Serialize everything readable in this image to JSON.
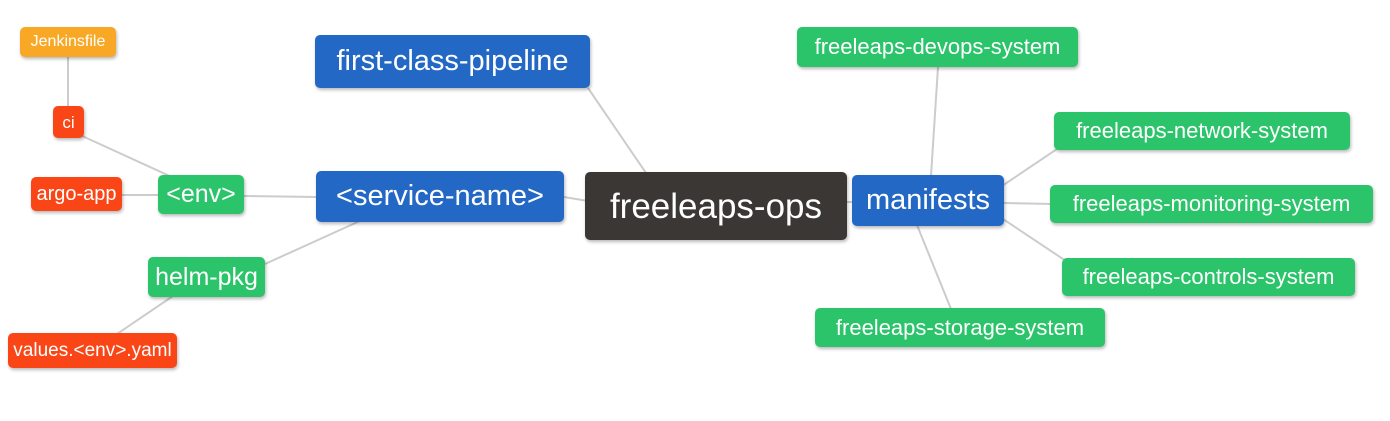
{
  "diagram": {
    "type": "mindmap",
    "background": "#FFFFFF",
    "edge_color": "#CCCCCC",
    "palette": {
      "blue": "#2368C4",
      "green": "#2BC46A",
      "red": "#FA4616",
      "orange": "#F9A825",
      "dark": "#3A3735",
      "text": "#FFFFFF"
    },
    "root": "freeleaps-ops",
    "nodes": [
      {
        "id": "jenkinsfile",
        "label": "Jenkinsfile",
        "color": "orange"
      },
      {
        "id": "ci",
        "label": "ci",
        "color": "red"
      },
      {
        "id": "argo-app",
        "label": "argo-app",
        "color": "red"
      },
      {
        "id": "env",
        "label": "<env>",
        "color": "green"
      },
      {
        "id": "helm-pkg",
        "label": "helm-pkg",
        "color": "green"
      },
      {
        "id": "values-env-yaml",
        "label": "values.<env>.yaml",
        "color": "red"
      },
      {
        "id": "first-class-pipeline",
        "label": "first-class-pipeline",
        "color": "blue"
      },
      {
        "id": "service-name",
        "label": "<service-name>",
        "color": "blue"
      },
      {
        "id": "freeleaps-ops",
        "label": "freeleaps-ops",
        "color": "dark"
      },
      {
        "id": "manifests",
        "label": "manifests",
        "color": "blue"
      },
      {
        "id": "freeleaps-devops-system",
        "label": "freeleaps-devops-system",
        "color": "green"
      },
      {
        "id": "freeleaps-network-system",
        "label": "freeleaps-network-system",
        "color": "green"
      },
      {
        "id": "freeleaps-monitoring-system",
        "label": "freeleaps-monitoring-system",
        "color": "green"
      },
      {
        "id": "freeleaps-controls-system",
        "label": "freeleaps-controls-system",
        "color": "green"
      },
      {
        "id": "freeleaps-storage-system",
        "label": "freeleaps-storage-system",
        "color": "green"
      }
    ],
    "edges": [
      {
        "from": "jenkinsfile",
        "to": "ci"
      },
      {
        "from": "ci",
        "to": "env"
      },
      {
        "from": "argo-app",
        "to": "env"
      },
      {
        "from": "env",
        "to": "service-name"
      },
      {
        "from": "helm-pkg",
        "to": "service-name"
      },
      {
        "from": "values-env-yaml",
        "to": "helm-pkg"
      },
      {
        "from": "first-class-pipeline",
        "to": "freeleaps-ops"
      },
      {
        "from": "service-name",
        "to": "freeleaps-ops"
      },
      {
        "from": "freeleaps-ops",
        "to": "manifests"
      },
      {
        "from": "manifests",
        "to": "freeleaps-devops-system"
      },
      {
        "from": "manifests",
        "to": "freeleaps-network-system"
      },
      {
        "from": "manifests",
        "to": "freeleaps-monitoring-system"
      },
      {
        "from": "manifests",
        "to": "freeleaps-controls-system"
      },
      {
        "from": "manifests",
        "to": "freeleaps-storage-system"
      }
    ]
  }
}
